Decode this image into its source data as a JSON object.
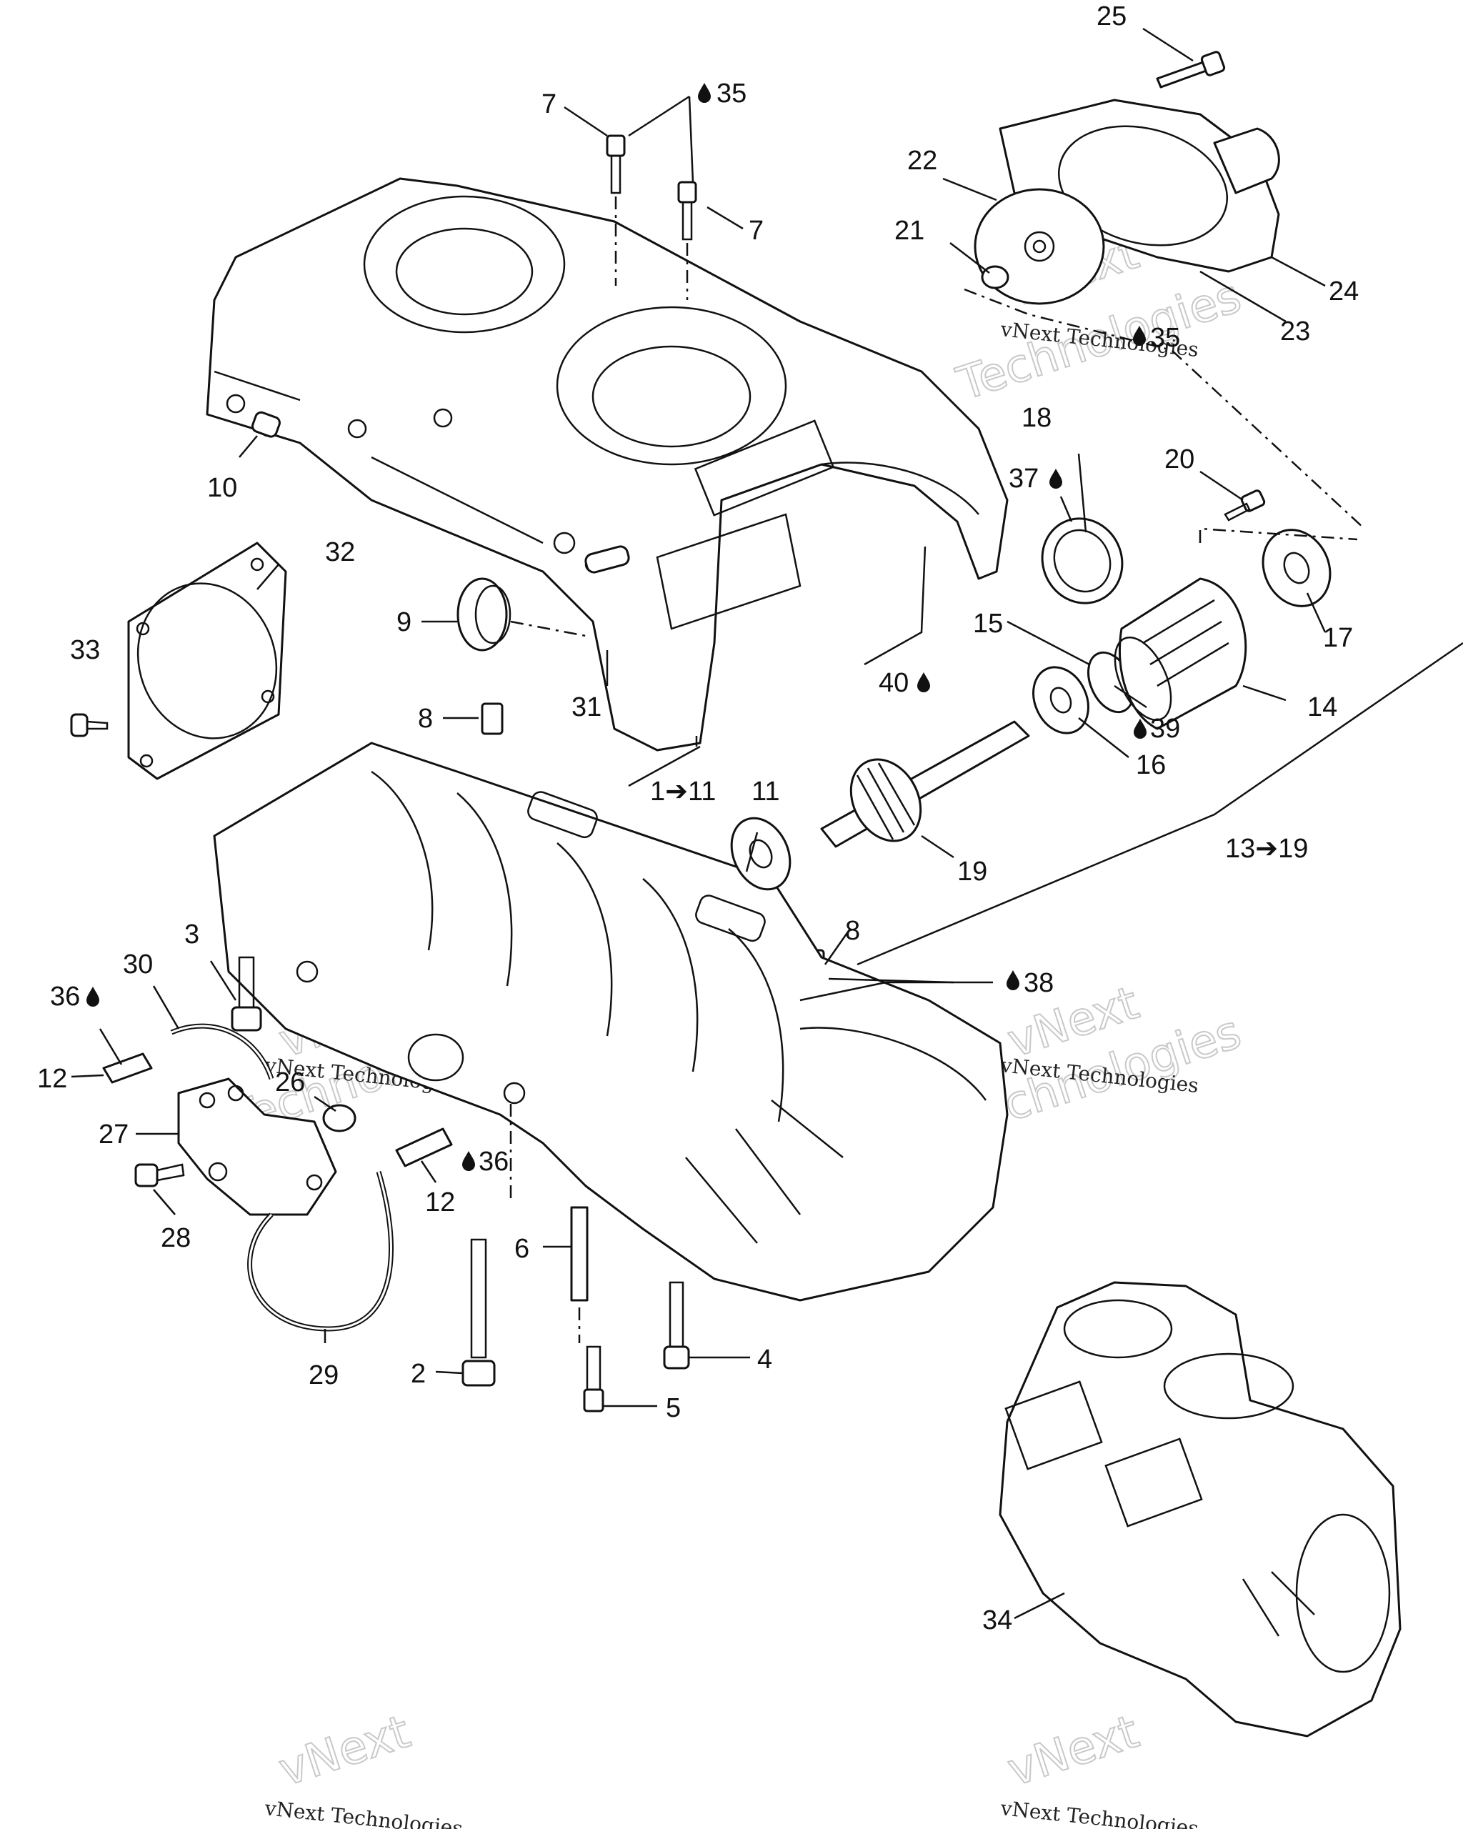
{
  "callouts": {
    "c1": "1➔11",
    "c2": "2",
    "c3": "3",
    "c4": "4",
    "c5": "5",
    "c6": "6",
    "c7a": "7",
    "c7b": "7",
    "c8a": "8",
    "c8b": "8",
    "c9": "9",
    "c10": "10",
    "c11": "11",
    "c12a": "12",
    "c12b": "12",
    "c13": "13➔19",
    "c14": "14",
    "c15": "15",
    "c16": "16",
    "c17": "17",
    "c18": "18",
    "c19": "19",
    "c20": "20",
    "c21": "21",
    "c22": "22",
    "c23": "23",
    "c24": "24",
    "c25": "25",
    "c26": "26",
    "c27": "27",
    "c28": "28",
    "c29": "29",
    "c30": "30",
    "c31": "31",
    "c32": "32",
    "c33": "33",
    "c34": "34",
    "c35a": "35",
    "c35b": "35",
    "c36a": "36",
    "c36b": "36",
    "c37": "37",
    "c38": "38",
    "c39": "39",
    "c40": "40"
  },
  "watermark": {
    "company": "vNext Technologies",
    "line1": "vNext",
    "line2": "Technologies"
  },
  "icons": {
    "lubricant": "oil-drop-icon"
  },
  "colors": {
    "line": "#111111",
    "background": "#ffffff",
    "watermark": "#c9c9c9"
  }
}
